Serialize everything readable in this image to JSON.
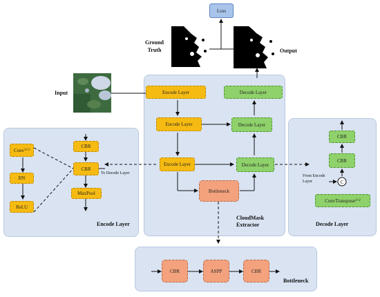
{
  "loss": "Loss",
  "ground_truth": [
    "Ground",
    "Truth"
  ],
  "output": "Output",
  "input": "Input",
  "main": {
    "encode_layer": "Encode Layer",
    "decode_layer": "Decode Layer",
    "bottleneck": "Bottleneck",
    "title": [
      "CloudMask",
      "Extractor"
    ]
  },
  "encode_panel": {
    "conv": "Conv",
    "conv_sub": "3×3",
    "bn": "BN",
    "relu": "ReLU",
    "cbr": "CBR",
    "maxpool": "MaxPool",
    "to_decode": "To Decode Layer",
    "title": "Encode Layer"
  },
  "decode_panel": {
    "cbr": "CBR",
    "concat": "C",
    "from_encode": [
      "From Encode",
      "Layer"
    ],
    "conv_transpose": "ConvTranspose",
    "conv_transpose_sub": "2×2",
    "title": "Decode Layer"
  },
  "bottleneck_panel": {
    "cbr": "CBR",
    "aspp": "ASPP",
    "title": "Bottleneck"
  },
  "colors": {
    "encode": "#f6bb12",
    "decode": "#8fd16a",
    "bottleneck": "#f3a27d",
    "panel": "#d9e3f2",
    "loss": "#a9c4ea"
  }
}
